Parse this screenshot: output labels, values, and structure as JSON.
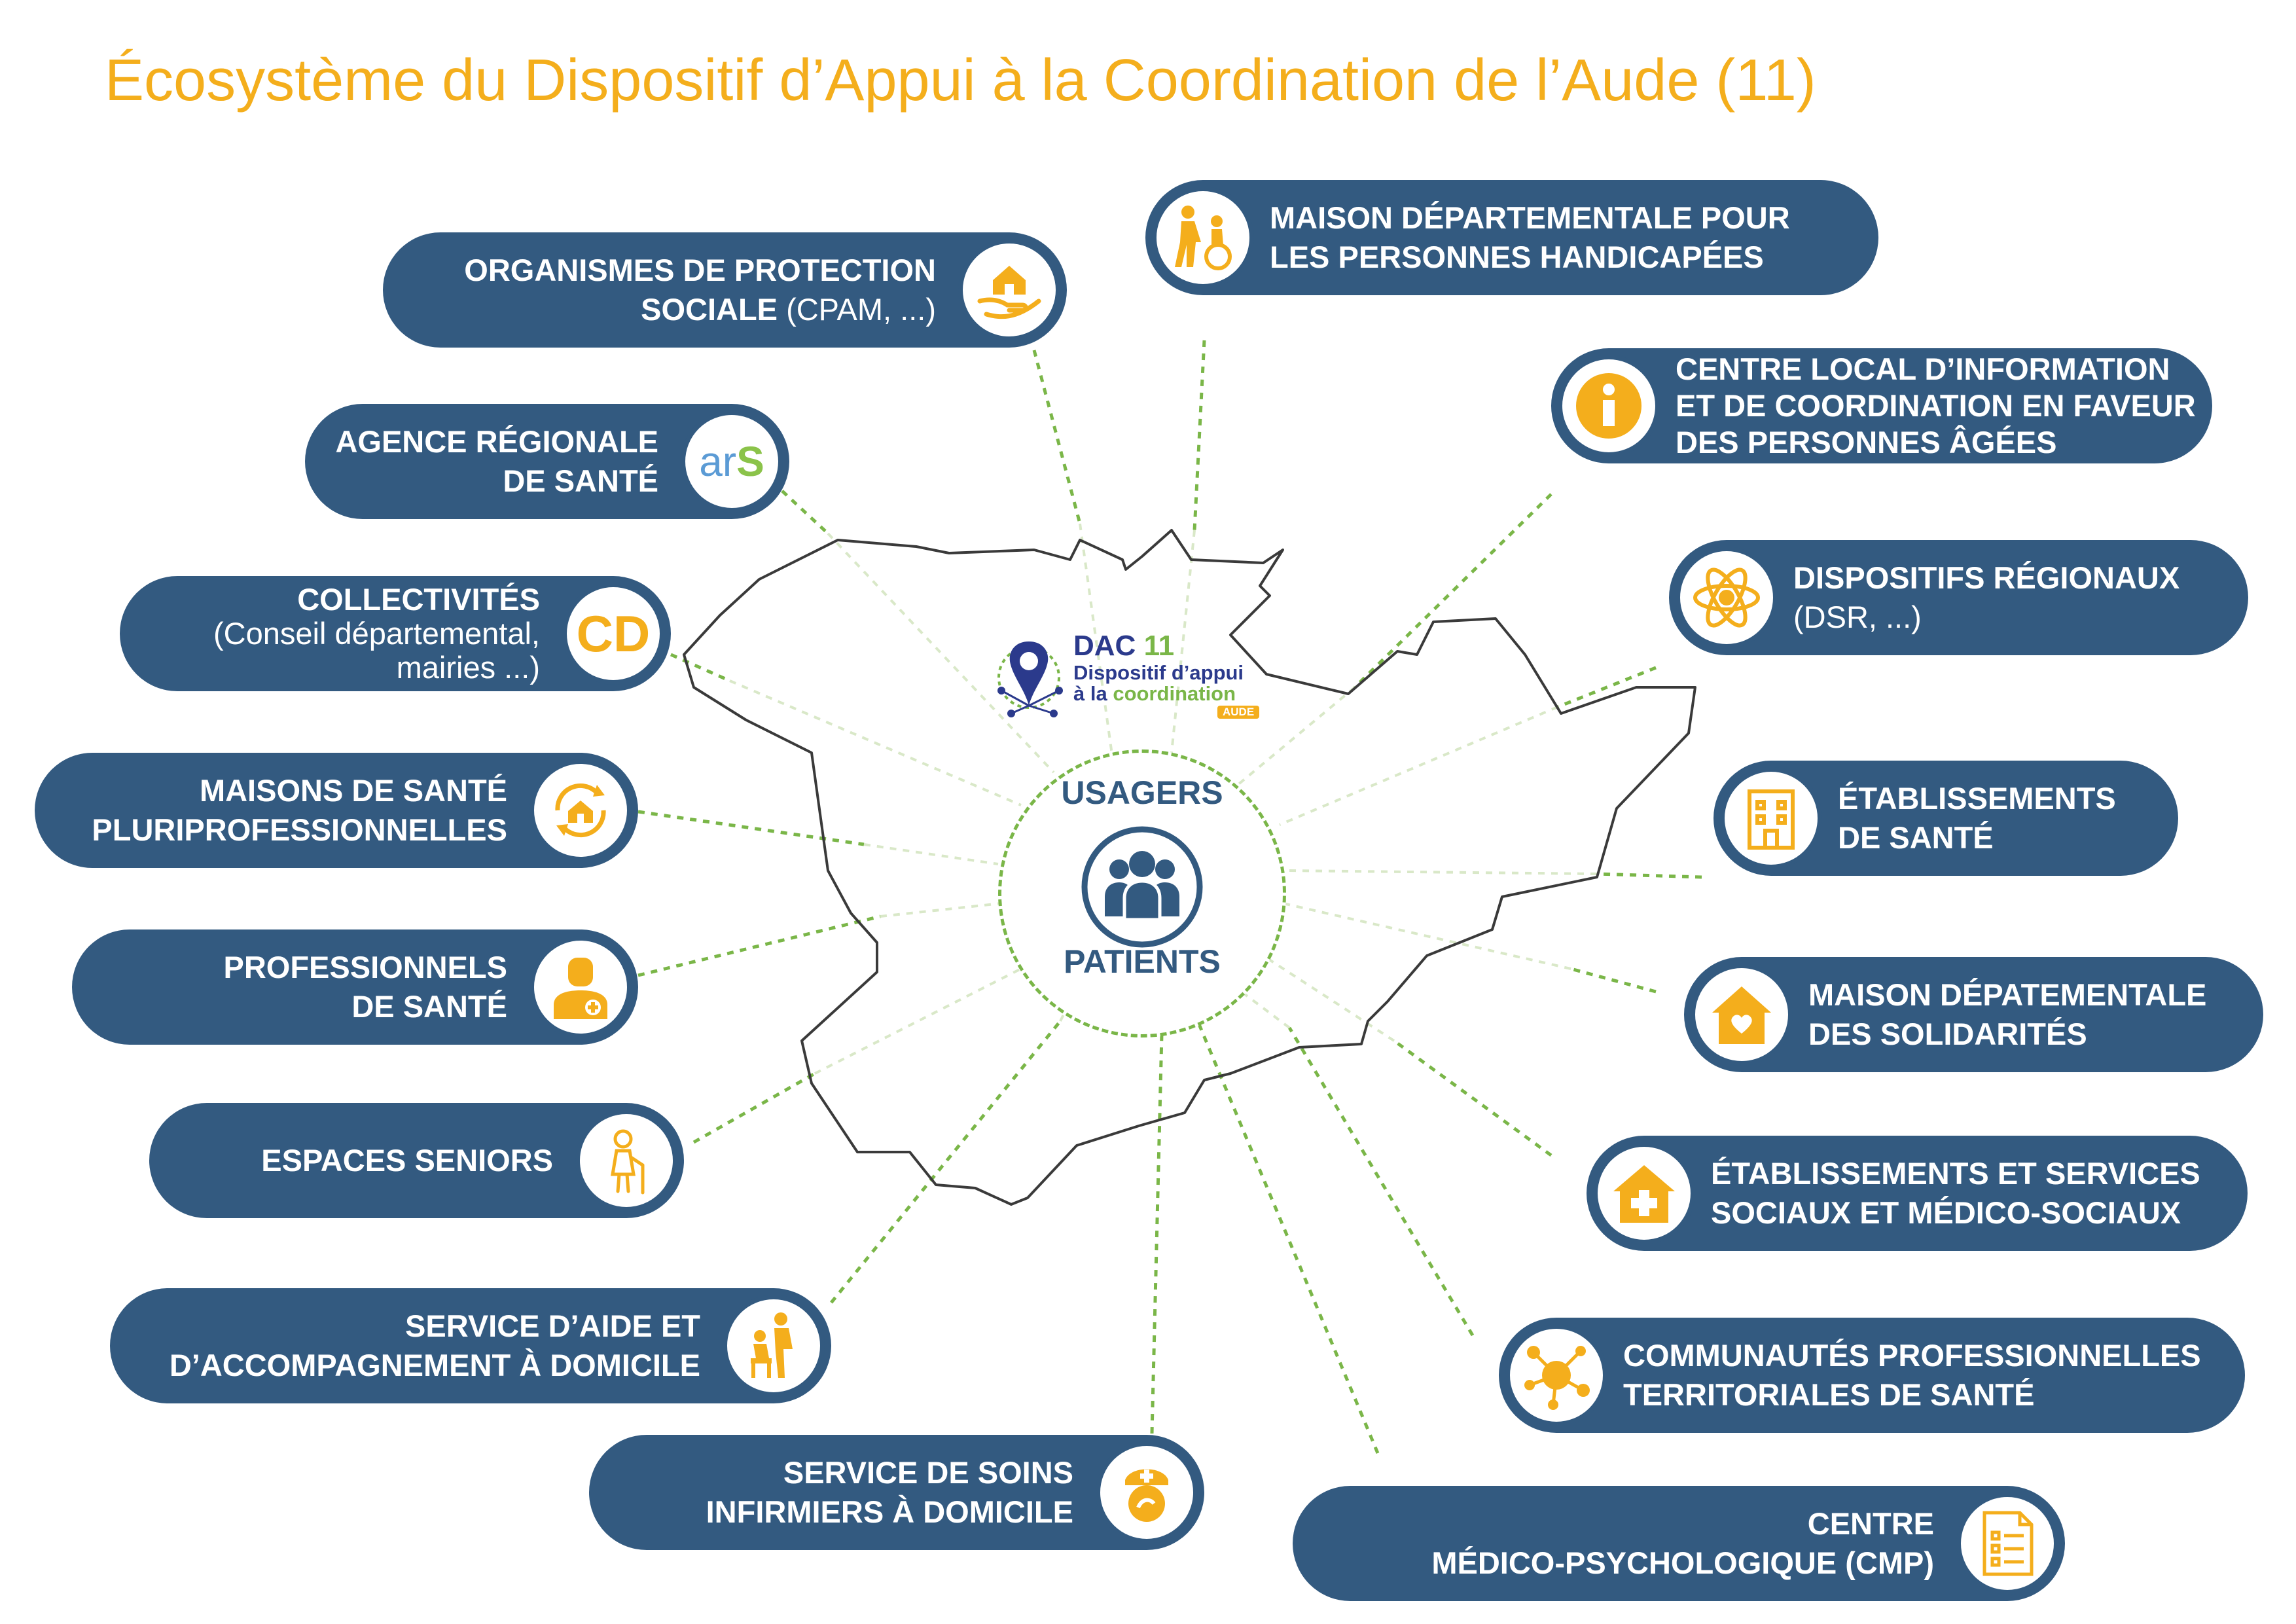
{
  "title": "Écosystème du Dispositif d’Appui à la Coordination de l’Aude (11)",
  "colors": {
    "accent": "#f4ae1c",
    "navy": "#335a80",
    "green": "#7ab648",
    "outline": "#3a3a3a"
  },
  "center": {
    "top_label": "USAGERS",
    "bottom_label": "PATIENTS",
    "icon": "people-group-icon"
  },
  "logo": {
    "name": "DAC",
    "number": "11",
    "line1": "Dispositif d’appui",
    "line2a": "à la",
    "line2b": "coordination",
    "badge": "AUDE"
  },
  "nodes": {
    "protection": {
      "l1": "ORGANISMES DE PROTECTION",
      "l2": "SOCIALE",
      "l2b": " (CPAM, ...)",
      "icon": "hand-house-icon"
    },
    "ars": {
      "l1": "AGENCE RÉGIONALE",
      "l2": "DE SANTÉ",
      "logo_a": "ar",
      "logo_b": "S"
    },
    "collectivites": {
      "l1": "COLLECTIVITÉS",
      "l2": "(Conseil départemental,",
      "l3": "mairies ...)",
      "logo": "CD"
    },
    "maisons": {
      "l1": "MAISONS DE SANTÉ",
      "l2": "PLURIPROFESSIONNELLES",
      "icon": "house-cycle-icon"
    },
    "professionnels": {
      "l1": "PROFESSIONNELS",
      "l2": "DE SANTÉ",
      "icon": "doctor-icon"
    },
    "seniors": {
      "l1": "ESPACES SENIORS",
      "icon": "elderly-woman-icon"
    },
    "aide": {
      "l1": "SERVICE D’AIDE ET",
      "l2": "D’ACCOMPAGNEMENT À DOMICILE",
      "icon": "caregiver-icon"
    },
    "soins": {
      "l1": "SERVICE DE SOINS",
      "l2": "INFIRMIERS À DOMICILE",
      "icon": "nurse-icon"
    },
    "mdph": {
      "l1": "MAISON DÉPARTEMENTALE POUR",
      "l2": "LES PERSONNES HANDICAPÉES",
      "icon": "wheelchair-icon"
    },
    "clic": {
      "l1": "CENTRE LOCAL D’INFORMATION",
      "l2": "ET DE COORDINATION EN FAVEUR",
      "l3": "DES PERSONNES ÂGÉES",
      "icon": "info-icon"
    },
    "regionaux": {
      "l1": "DISPOSITIFS RÉGIONAUX",
      "l2": "(DSR, ...)",
      "icon": "atom-icon"
    },
    "etab": {
      "l1": "ÉTABLISSEMENTS",
      "l2": "DE SANTÉ",
      "icon": "hospital-icon"
    },
    "mds": {
      "l1": "MAISON DÉPATEMENTALE",
      "l2": "DES SOLIDARITÉS",
      "icon": "house-heart-icon"
    },
    "essms": {
      "l1": "ÉTABLISSEMENTS ET SERVICES",
      "l2": "SOCIAUX ET MÉDICO-SOCIAUX",
      "icon": "house-cross-icon"
    },
    "cpts": {
      "l1": "COMMUNAUTÉS PROFESSIONNELLES",
      "l2": "TERRITORIALES DE SANTÉ",
      "icon": "network-icon"
    },
    "cmp": {
      "l1": "CENTRE",
      "l2": "MÉDICO-PSYCHOLOGIQUE (CMP)",
      "icon": "checklist-icon"
    }
  }
}
